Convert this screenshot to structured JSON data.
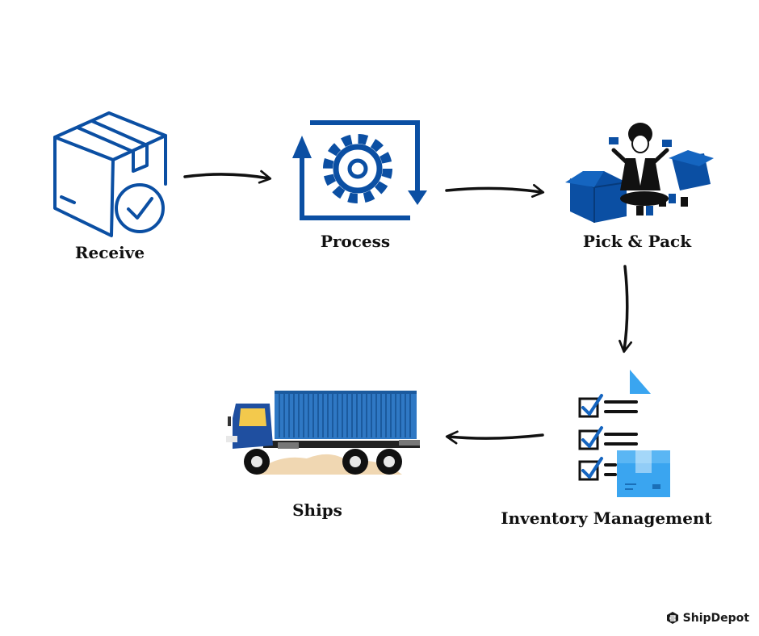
{
  "colors": {
    "brand_blue": "#0b4fa3",
    "light_blue": "#3aa5f0",
    "truck_blue": "#2f78c4",
    "arrow": "#111111",
    "dust": "#f0d7b2"
  },
  "steps": [
    {
      "label": "Receive",
      "icon": "box-check-icon"
    },
    {
      "label": "Process",
      "icon": "gear-cycle-icon"
    },
    {
      "label": "Pick & Pack",
      "icon": "person-boxes-icon"
    },
    {
      "label": "Inventory Management",
      "icon": "checklist-box-icon"
    },
    {
      "label": "Ships",
      "icon": "truck-icon"
    }
  ],
  "brand": {
    "name": "ShipDepot",
    "icon": "shipdepot-logo-icon"
  }
}
